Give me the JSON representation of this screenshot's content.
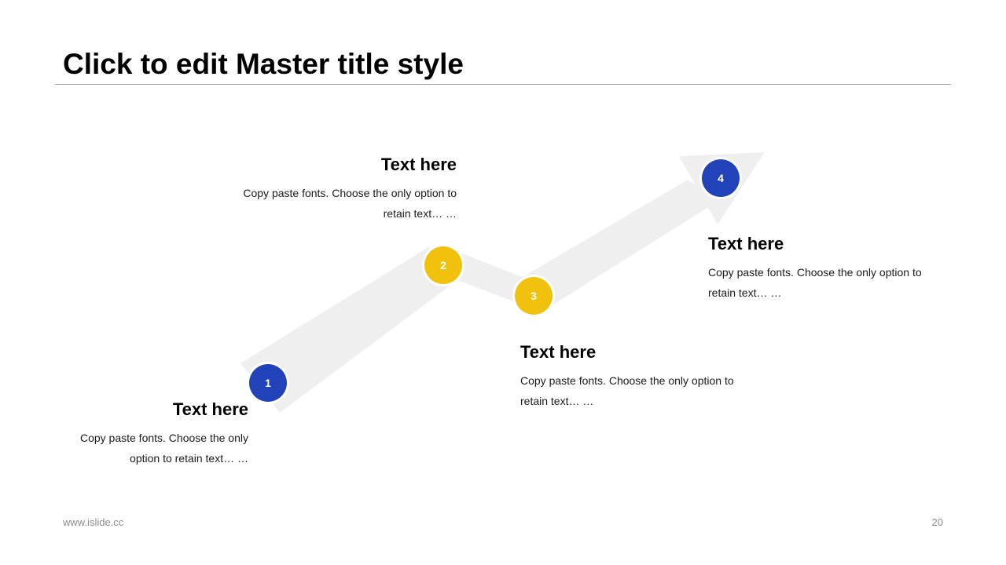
{
  "slide": {
    "title": "Click to edit Master title style",
    "footer_url": "www.islide.cc",
    "page_number": "20"
  },
  "colors": {
    "blue": "#2142b8",
    "yellow": "#f0c20d",
    "arrow": "#efefef",
    "rule": "#a6a6a6"
  },
  "steps": [
    {
      "number": "1",
      "heading": "Text here",
      "body": "Copy paste fonts. Choose the only option to retain text… …",
      "color": "blue"
    },
    {
      "number": "2",
      "heading": "Text here",
      "body": "Copy paste fonts. Choose the only option to retain text… …",
      "color": "yellow"
    },
    {
      "number": "3",
      "heading": "Text here",
      "body": "Copy paste fonts. Choose the only option to retain text… …",
      "color": "yellow"
    },
    {
      "number": "4",
      "heading": "Text here",
      "body": "Copy paste fonts. Choose the only option to retain text… …",
      "color": "blue"
    }
  ]
}
